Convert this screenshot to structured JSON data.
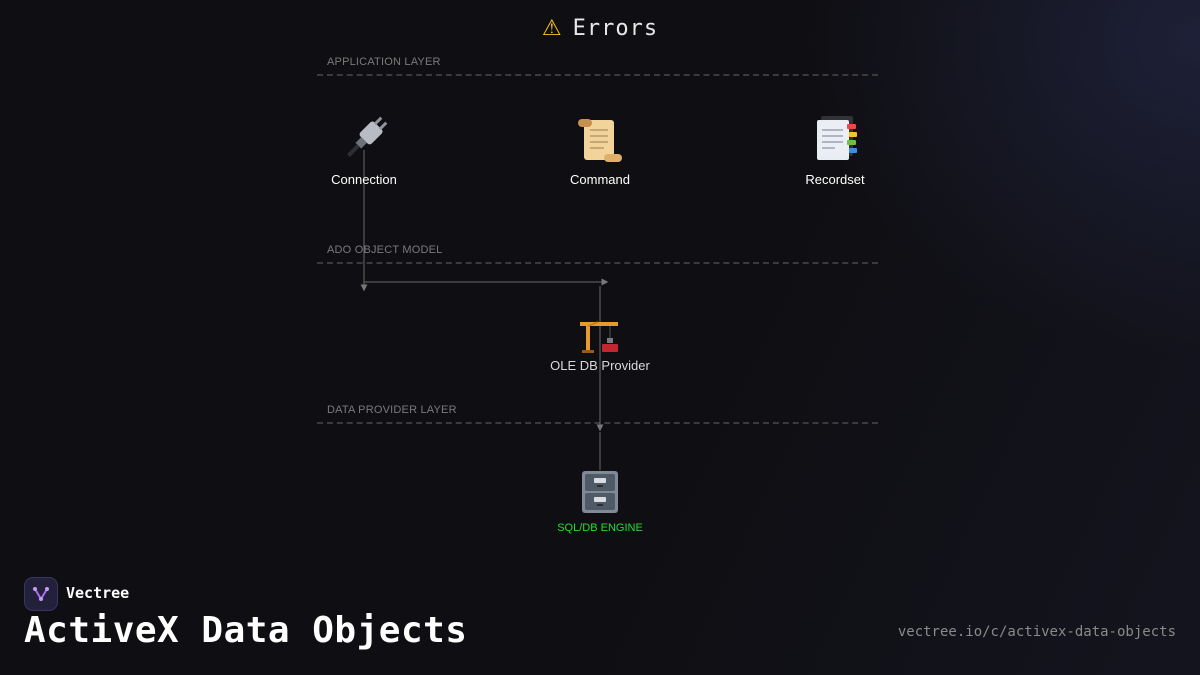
{
  "header": {
    "icon": "warning-icon",
    "title": "Errors"
  },
  "layers": [
    {
      "label": "APPLICATION LAYER"
    },
    {
      "label": "ADO OBJECT MODEL"
    },
    {
      "label": "DATA PROVIDER LAYER"
    }
  ],
  "nodes": {
    "connection": {
      "label": "Connection",
      "icon": "plug-icon"
    },
    "command": {
      "label": "Command",
      "icon": "scroll-icon"
    },
    "recordset": {
      "label": "Recordset",
      "icon": "bookmark-tabs-icon"
    },
    "provider": {
      "label": "OLE DB Provider",
      "icon": "crane-icon"
    },
    "engine": {
      "label": "SQL/DB ENGINE",
      "icon": "file-cabinet-icon"
    }
  },
  "edges": [
    {
      "from": "connection",
      "to": "provider"
    },
    {
      "from": "provider",
      "to": "engine"
    }
  ],
  "colors": {
    "background": "#0f0f13",
    "accent_green": "#22dd33",
    "warning": "#f5c518"
  },
  "branding": {
    "name": "Vectree",
    "title": "ActiveX Data Objects",
    "url": "vectree.io/c/activex-data-objects"
  }
}
